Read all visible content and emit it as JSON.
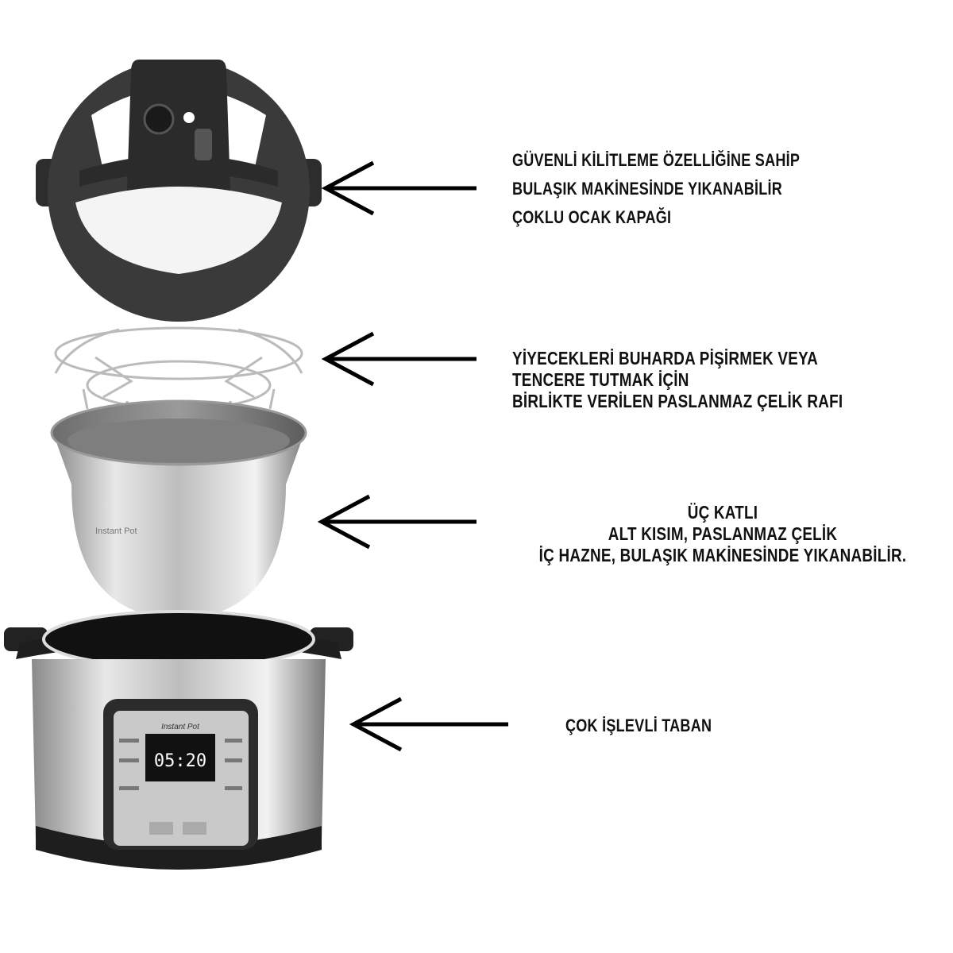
{
  "features": [
    {
      "id": "lid",
      "lines": [
        "GÜVENLİ KİLİTLEME ÖZELLİĞİNE SAHİP",
        "BULAŞIK MAKİNESİNDE YIKANABİLİR",
        "ÇOKLU OCAK KAPAĞI"
      ]
    },
    {
      "id": "rack",
      "lines": [
        "YİYECEKLERİ BUHARDA PİŞİRMEK VEYA",
        "TENCERE TUTMAK İÇİN",
        "BİRLİKTE VERİLEN PASLANMAZ ÇELİK RAFI"
      ]
    },
    {
      "id": "inner-pot",
      "lines": [
        "ÜÇ KATLI",
        "ALT KISIM, PASLANMAZ ÇELİK",
        "İÇ HAZNE, BULAŞIK MAKİNESİNDE YIKANABİLİR."
      ]
    },
    {
      "id": "base",
      "lines": [
        "ÇOK İŞLEVLİ TABAN"
      ]
    }
  ],
  "display": {
    "time": "05:20"
  },
  "brand": "Instant Pot"
}
